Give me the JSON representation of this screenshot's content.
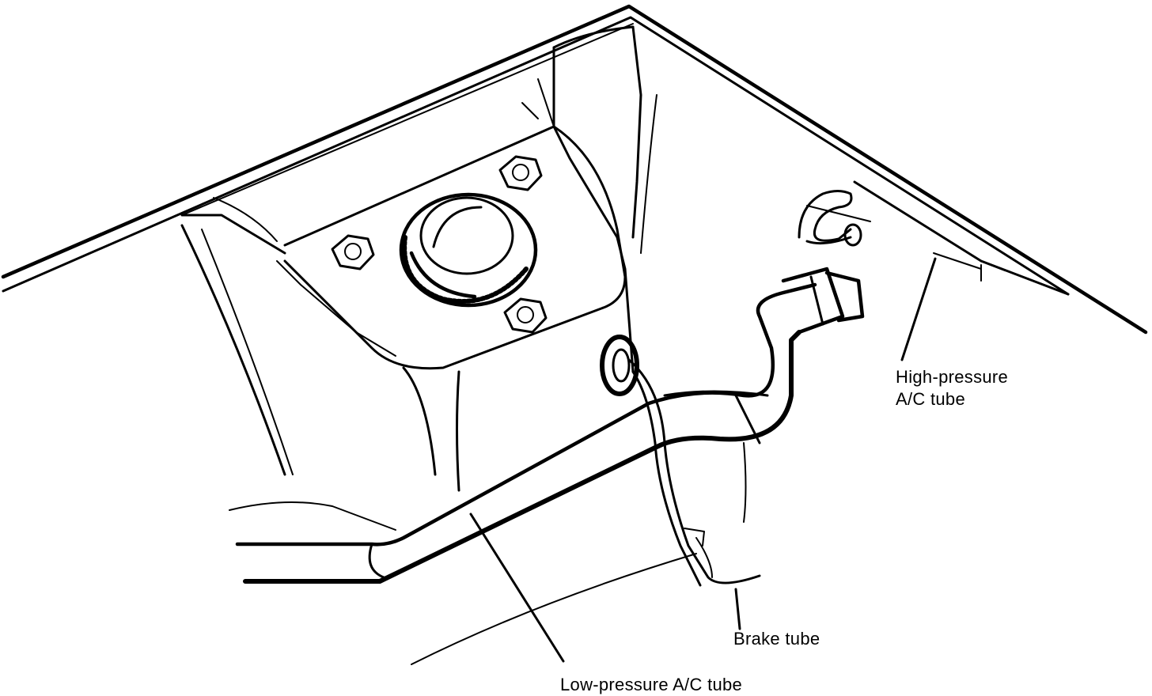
{
  "labels": {
    "high_pressure_line1": "High-pressure",
    "high_pressure_line2": "A/C tube",
    "brake_tube": "Brake tube",
    "low_pressure": "Low-pressure A/C tube"
  },
  "colors": {
    "ink": "#000000",
    "background": "#ffffff"
  }
}
